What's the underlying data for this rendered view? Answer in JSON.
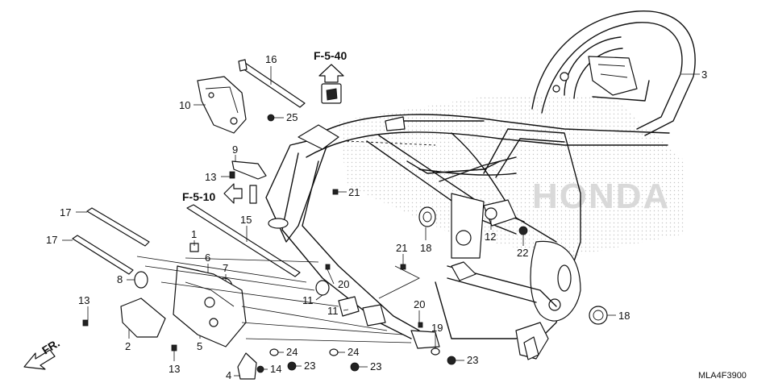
{
  "diagram": {
    "watermark": "HONDA",
    "drawing_code": "MLA4F3900",
    "direction_label": "FR.",
    "references": [
      {
        "id": "ref-f540",
        "text": "F-5-40"
      },
      {
        "id": "ref-f510",
        "text": "F-5-10"
      }
    ],
    "callouts": [
      {
        "id": "c16",
        "text": "16"
      },
      {
        "id": "c3",
        "text": "3"
      },
      {
        "id": "c10",
        "text": "10"
      },
      {
        "id": "c25",
        "text": "25"
      },
      {
        "id": "c9",
        "text": "9"
      },
      {
        "id": "c13a",
        "text": "13"
      },
      {
        "id": "c21a",
        "text": "21"
      },
      {
        "id": "c17a",
        "text": "17"
      },
      {
        "id": "c15",
        "text": "15"
      },
      {
        "id": "c1",
        "text": "1"
      },
      {
        "id": "c17b",
        "text": "17"
      },
      {
        "id": "c6",
        "text": "6"
      },
      {
        "id": "c7",
        "text": "7"
      },
      {
        "id": "c8",
        "text": "8"
      },
      {
        "id": "c20a",
        "text": "20"
      },
      {
        "id": "c18a",
        "text": "18"
      },
      {
        "id": "c12",
        "text": "12"
      },
      {
        "id": "c22",
        "text": "22"
      },
      {
        "id": "c21b",
        "text": "21"
      },
      {
        "id": "c11a",
        "text": "11"
      },
      {
        "id": "c11b",
        "text": "11"
      },
      {
        "id": "c13b",
        "text": "13"
      },
      {
        "id": "c20b",
        "text": "20"
      },
      {
        "id": "c18b",
        "text": "18"
      },
      {
        "id": "c19",
        "text": "19"
      },
      {
        "id": "c2",
        "text": "2"
      },
      {
        "id": "c5",
        "text": "5"
      },
      {
        "id": "c24a",
        "text": "24"
      },
      {
        "id": "c24b",
        "text": "24"
      },
      {
        "id": "c23a",
        "text": "23"
      },
      {
        "id": "c23b",
        "text": "23"
      },
      {
        "id": "c23c",
        "text": "23"
      },
      {
        "id": "c13c",
        "text": "13"
      },
      {
        "id": "c4",
        "text": "4"
      },
      {
        "id": "c14",
        "text": "14"
      }
    ]
  }
}
